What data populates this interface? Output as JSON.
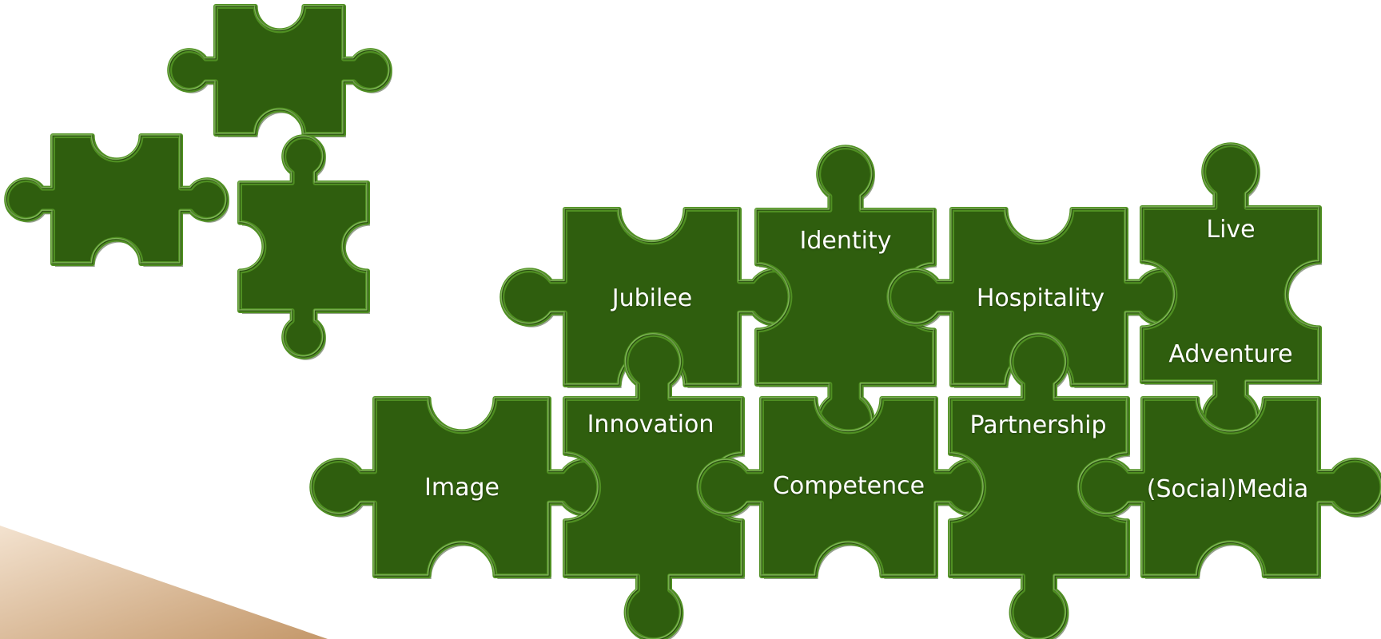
{
  "colors": {
    "piece_fill": "#2f5e0e",
    "piece_edge": "#4f8f22",
    "piece_highlight": "#a9d884",
    "piece_shadow": "#183107",
    "corner_wedge": "#c9a87f",
    "background": "#ffffff"
  },
  "pieces": [
    {
      "id": "jubilee",
      "label": "Jubilee"
    },
    {
      "id": "identity",
      "label": "Identity"
    },
    {
      "id": "hospitality",
      "label": "Hospitality"
    },
    {
      "id": "live-adventure-top",
      "label": "Live"
    },
    {
      "id": "live-adventure-bottom",
      "label": "Adventure"
    },
    {
      "id": "image",
      "label": "Image"
    },
    {
      "id": "innovation",
      "label": "Innovation"
    },
    {
      "id": "competence",
      "label": "Competence"
    },
    {
      "id": "partnership",
      "label": "Partnership"
    },
    {
      "id": "social-media",
      "label": "(Social)Media"
    }
  ]
}
